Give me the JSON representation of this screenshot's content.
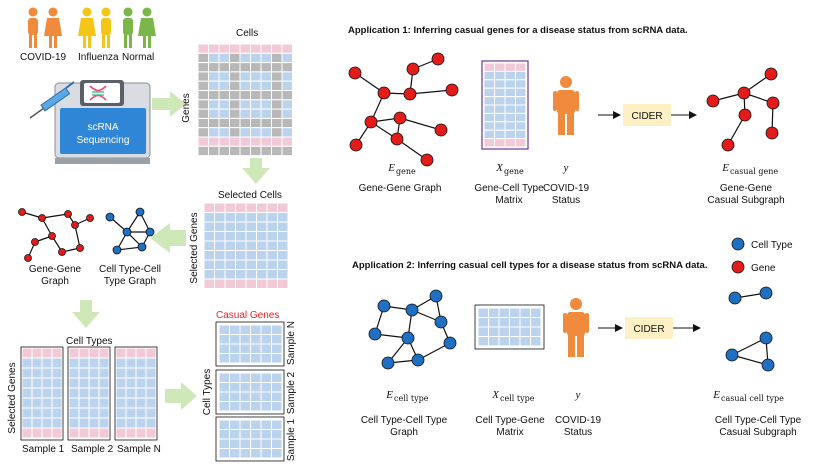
{
  "left_panel": {
    "people_labels": [
      "COVID-19",
      "Influenza",
      "Normal"
    ],
    "sequencing_label_line1": "scRNA",
    "sequencing_label_line2": "Sequencing",
    "matrix1_top": "Cells",
    "matrix1_side": "Genes",
    "matrix2_top": "Selected Cells",
    "matrix2_side": "Selected Genes",
    "graph_gene_line1": "Gene-Gene",
    "graph_gene_line2": "Graph",
    "graph_cell_line1": "Cell Type-Cell",
    "graph_cell_line2": "Type Graph",
    "celltypes_title": "Cell Types",
    "celltypes_side": "Selected Genes",
    "sample_labels": [
      "Sample 1",
      "Sample 2",
      "Sample N"
    ],
    "casual_genes_title": "Casual Genes",
    "casual_side": "Cell Types",
    "casual_sample_labels": [
      "Sample N",
      "Sample 2",
      "Sample 1"
    ]
  },
  "app1": {
    "title": "Application 1: Inferring casual genes for a disease status from scRNA data.",
    "graph_sym": "E",
    "graph_sub": "gene",
    "graph_label": "Gene-Gene Graph",
    "matrix_sym": "X",
    "matrix_sub": "gene",
    "matrix_label_line1": "Gene-Cell Type",
    "matrix_label_line2": "Matrix",
    "y_sym": "y",
    "status_line1": "COVID-19",
    "status_line2": "Status",
    "cider": "CIDER",
    "out_sym": "E",
    "out_sub": "casual gene",
    "out_label_line1": "Gene-Gene",
    "out_label_line2": "Casual Subgraph"
  },
  "app2": {
    "title": "Application 2: Inferring casual cell types for a disease status from scRNA data.",
    "graph_sym": "E",
    "graph_sub": "cell type",
    "graph_label_line1": "Cell Type-Cell Type",
    "graph_label_line2": "Graph",
    "matrix_sym": "X",
    "matrix_sub": "cell type",
    "matrix_label_line1": "Cell Type-Gene",
    "matrix_label_line2": "Matrix",
    "y_sym": "y",
    "status_line1": "COVID-19",
    "status_line2": "Status",
    "cider": "CIDER",
    "out_sym": "E",
    "out_sub": "casual cell type",
    "out_label_line1": "Cell Type-Cell Type",
    "out_label_line2": "Casual Subgraph"
  },
  "legend": {
    "cell_type": "Cell Type",
    "gene": "Gene",
    "cell_type_color": "#1f6fc2",
    "gene_color": "#e21b1b"
  },
  "colors": {
    "people_orange": "#f08a3c",
    "people_yellow": "#f5c518",
    "people_green": "#7ab648",
    "matrix_blue": "#bcd3ee",
    "matrix_pink": "#f2c9d6",
    "matrix_gray": "#b8b8b8",
    "arrow_green": "#cfe8b8",
    "cider_box": "#fdf0c4",
    "casual_red": "#e8202a"
  }
}
